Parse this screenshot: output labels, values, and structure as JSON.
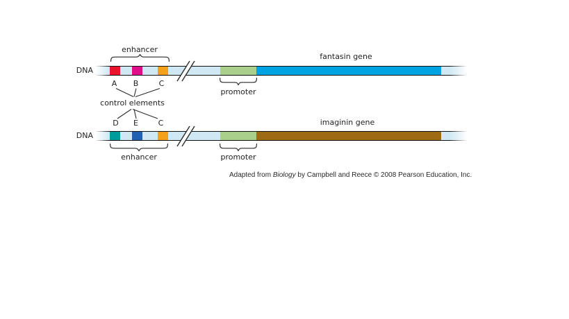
{
  "colors": {
    "strand_fill": "#cfe8f3",
    "promoter_green": "#a9cf8d",
    "fantasin_gene_blue": "#00a3e2",
    "imaginin_gene_brown": "#9e6a14",
    "element_red": "#e9132b",
    "element_magenta": "#e00d8a",
    "element_orange": "#f5a01a",
    "element_teal": "#009c9c",
    "element_blue": "#2062ae"
  },
  "top_strand": {
    "dna_label": "DNA",
    "enhancer_label": "enhancer",
    "promoter_label": "promoter",
    "gene_label": "fantasin gene",
    "control_elements": [
      {
        "letter": "A",
        "color": "#e9132b"
      },
      {
        "letter": "B",
        "color": "#e00d8a"
      },
      {
        "letter": "C",
        "color": "#f5a01a"
      }
    ]
  },
  "control_elements_caption": "control elements",
  "bottom_strand": {
    "dna_label": "DNA",
    "enhancer_label": "enhancer",
    "promoter_label": "promoter",
    "gene_label": "imaginin gene",
    "control_elements": [
      {
        "letter": "D",
        "color": "#009c9c"
      },
      {
        "letter": "E",
        "color": "#2062ae"
      },
      {
        "letter": "C",
        "color": "#f5a01a"
      }
    ]
  },
  "attribution": {
    "prefix": "Adapted from ",
    "book_title": "Biology",
    "suffix": " by Campbell and Reece © 2008 Pearson Education, Inc."
  }
}
